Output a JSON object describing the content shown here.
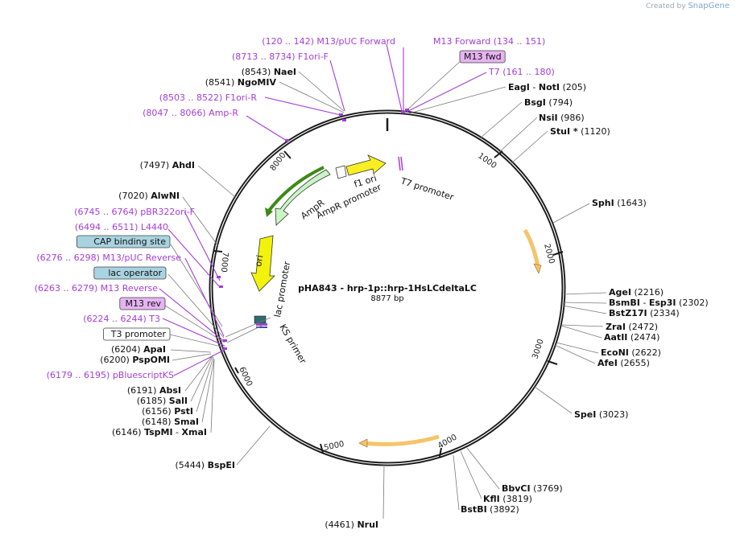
{
  "credit": {
    "prefix": "Created by",
    "brand": "SnapGene"
  },
  "plasmid": {
    "name": "pHA843 - hrp-1p::hrp-1HsLCdeltaLC",
    "size": "8877 bp"
  },
  "ring_ticks": [
    "1000",
    "2000",
    "3000",
    "4000",
    "5000",
    "6000",
    "7000",
    "8000"
  ],
  "features": {
    "t7_promoter": "T7 promoter",
    "f1_ori": "f1 ori",
    "ampr_promoter": "AmpR promoter",
    "ampr": "AmpR",
    "ori": "ori",
    "lac_promoter": "lac promoter",
    "ks_primer": "KS primer"
  },
  "labels": [
    {
      "k": "m13puc_fwd",
      "parts": [
        [
          "m",
          "(120 .. 142)  M13/pUC Forward"
        ]
      ]
    },
    {
      "k": "f1ori_f",
      "parts": [
        [
          "m",
          "(8713 .. 8734)  F1ori-F"
        ]
      ]
    },
    {
      "k": "naei",
      "parts": [
        [
          "n",
          "(8543)  "
        ],
        [
          "b",
          "NaeI"
        ]
      ]
    },
    {
      "k": "ngomiv",
      "parts": [
        [
          "n",
          "(8541)  "
        ],
        [
          "b",
          "NgoMIV"
        ]
      ]
    },
    {
      "k": "f1ori_r",
      "parts": [
        [
          "m",
          "(8503 .. 8522)  F1ori-R"
        ]
      ]
    },
    {
      "k": "amp_r",
      "parts": [
        [
          "m",
          "(8047 .. 8066)  Amp-R"
        ]
      ]
    },
    {
      "k": "m13_forward",
      "parts": [
        [
          "m",
          "M13 Forward    (134 .. 151)"
        ]
      ]
    },
    {
      "k": "m13_fwd_box",
      "parts": [
        [
          "n",
          "M13 fwd"
        ]
      ]
    },
    {
      "k": "t7",
      "parts": [
        [
          "m",
          "T7    (161 .. 180)"
        ]
      ]
    },
    {
      "k": "eagi",
      "parts": [
        [
          "b",
          "EagI"
        ],
        [
          "n",
          "  -  "
        ],
        [
          "b",
          "NotI"
        ],
        [
          "n",
          "  (205)"
        ]
      ]
    },
    {
      "k": "bsgi",
      "parts": [
        [
          "b",
          "BsgI"
        ],
        [
          "n",
          "   (794)"
        ]
      ]
    },
    {
      "k": "nsii",
      "parts": [
        [
          "b",
          "NsiI"
        ],
        [
          "n",
          "   (986)"
        ]
      ]
    },
    {
      "k": "stui",
      "parts": [
        [
          "b",
          "StuI  *"
        ],
        [
          "n",
          "   (1120)"
        ]
      ]
    },
    {
      "k": "sphi",
      "parts": [
        [
          "b",
          "SphI"
        ],
        [
          "n",
          "   (1643)"
        ]
      ]
    },
    {
      "k": "agei",
      "parts": [
        [
          "b",
          "AgeI"
        ],
        [
          "n",
          "   (2216)"
        ]
      ]
    },
    {
      "k": "bsmbi",
      "parts": [
        [
          "b",
          "BsmBI"
        ],
        [
          "n",
          "  -  "
        ],
        [
          "b",
          "Esp3I"
        ],
        [
          "n",
          "   (2302)"
        ]
      ]
    },
    {
      "k": "bstz17i",
      "parts": [
        [
          "b",
          "BstZ17I"
        ],
        [
          "n",
          "   (2334)"
        ]
      ]
    },
    {
      "k": "zrai",
      "parts": [
        [
          "b",
          "ZraI"
        ],
        [
          "n",
          "   (2472)"
        ]
      ]
    },
    {
      "k": "aatii",
      "parts": [
        [
          "b",
          "AatII"
        ],
        [
          "n",
          "   (2474)"
        ]
      ]
    },
    {
      "k": "econi",
      "parts": [
        [
          "b",
          "EcoNI"
        ],
        [
          "n",
          "   (2622)"
        ]
      ]
    },
    {
      "k": "afei",
      "parts": [
        [
          "b",
          "AfeI"
        ],
        [
          "n",
          "   (2655)"
        ]
      ]
    },
    {
      "k": "spei",
      "parts": [
        [
          "b",
          "SpeI"
        ],
        [
          "n",
          "    (3023)"
        ]
      ]
    },
    {
      "k": "bbvci",
      "parts": [
        [
          "b",
          "BbvCI"
        ],
        [
          "n",
          "   (3769)"
        ]
      ]
    },
    {
      "k": "kfli",
      "parts": [
        [
          "b",
          "KflI"
        ],
        [
          "n",
          "   (3819)"
        ]
      ]
    },
    {
      "k": "bstbi",
      "parts": [
        [
          "b",
          "BstBI"
        ],
        [
          "n",
          "   (3892)"
        ]
      ]
    },
    {
      "k": "nrui",
      "parts": [
        [
          "n",
          "(4461)  "
        ],
        [
          "b",
          "NruI"
        ]
      ]
    },
    {
      "k": "bspei",
      "parts": [
        [
          "n",
          "(5444)  "
        ],
        [
          "b",
          "BspEI"
        ]
      ]
    },
    {
      "k": "ahdi",
      "parts": [
        [
          "n",
          "(7497)  "
        ],
        [
          "b",
          "AhdI"
        ]
      ]
    },
    {
      "k": "alwni",
      "parts": [
        [
          "n",
          "(7020)  "
        ],
        [
          "b",
          "AlwNI"
        ]
      ]
    },
    {
      "k": "pbr322",
      "parts": [
        [
          "m",
          "(6745 .. 6764)  pBR322ori-F"
        ]
      ]
    },
    {
      "k": "l4440",
      "parts": [
        [
          "m",
          "(6494 .. 6511)  L4440"
        ]
      ]
    },
    {
      "k": "cap_box",
      "parts": [
        [
          "n",
          "CAP binding site"
        ]
      ]
    },
    {
      "k": "m13puc_rev",
      "parts": [
        [
          "m",
          "(6276 .. 6298)  M13/pUC Reverse"
        ]
      ]
    },
    {
      "k": "lacop_box",
      "parts": [
        [
          "n",
          "lac operator"
        ]
      ]
    },
    {
      "k": "m13_reverse",
      "parts": [
        [
          "m",
          "(6263 .. 6279)  M13 Reverse"
        ]
      ]
    },
    {
      "k": "m13rev_box",
      "parts": [
        [
          "n",
          "M13 rev"
        ]
      ]
    },
    {
      "k": "t3",
      "parts": [
        [
          "m",
          "(6224 .. 6244)  T3"
        ]
      ]
    },
    {
      "k": "t3prom_box",
      "parts": [
        [
          "n",
          "T3 promoter"
        ]
      ]
    },
    {
      "k": "apai",
      "parts": [
        [
          "n",
          "(6204)  "
        ],
        [
          "b",
          "ApaI"
        ]
      ]
    },
    {
      "k": "pspomi",
      "parts": [
        [
          "n",
          "(6200)  "
        ],
        [
          "b",
          "PspOMI"
        ]
      ]
    },
    {
      "k": "pbluescript",
      "parts": [
        [
          "m",
          "(6179 .. 6195)  pBluescriptKS"
        ]
      ]
    },
    {
      "k": "absi",
      "parts": [
        [
          "n",
          "(6191)  "
        ],
        [
          "b",
          "AbsI"
        ]
      ]
    },
    {
      "k": "sali",
      "parts": [
        [
          "n",
          "(6185)  "
        ],
        [
          "b",
          "SalI"
        ]
      ]
    },
    {
      "k": "psti",
      "parts": [
        [
          "n",
          "(6156)  "
        ],
        [
          "b",
          "PstI"
        ]
      ]
    },
    {
      "k": "smai",
      "parts": [
        [
          "n",
          "(6148)  "
        ],
        [
          "b",
          "SmaI"
        ]
      ]
    },
    {
      "k": "tspmi",
      "parts": [
        [
          "n",
          "(6146)  "
        ],
        [
          "b",
          "TspMI"
        ],
        [
          "n",
          "   -  "
        ],
        [
          "b",
          "XmaI"
        ]
      ]
    }
  ],
  "colors": {
    "backbone": "#1a1a1a",
    "primer": "#a43dd9",
    "site_line": "#7a7a7a",
    "ori_yellow": "#f2f20c",
    "f1_yellow": "#f7ef21",
    "ampr_green": "#c9f5c4",
    "orange_feature": "#f5c46a",
    "box_purple": "#e6b3f2",
    "box_teal": "#a9d3e0"
  }
}
